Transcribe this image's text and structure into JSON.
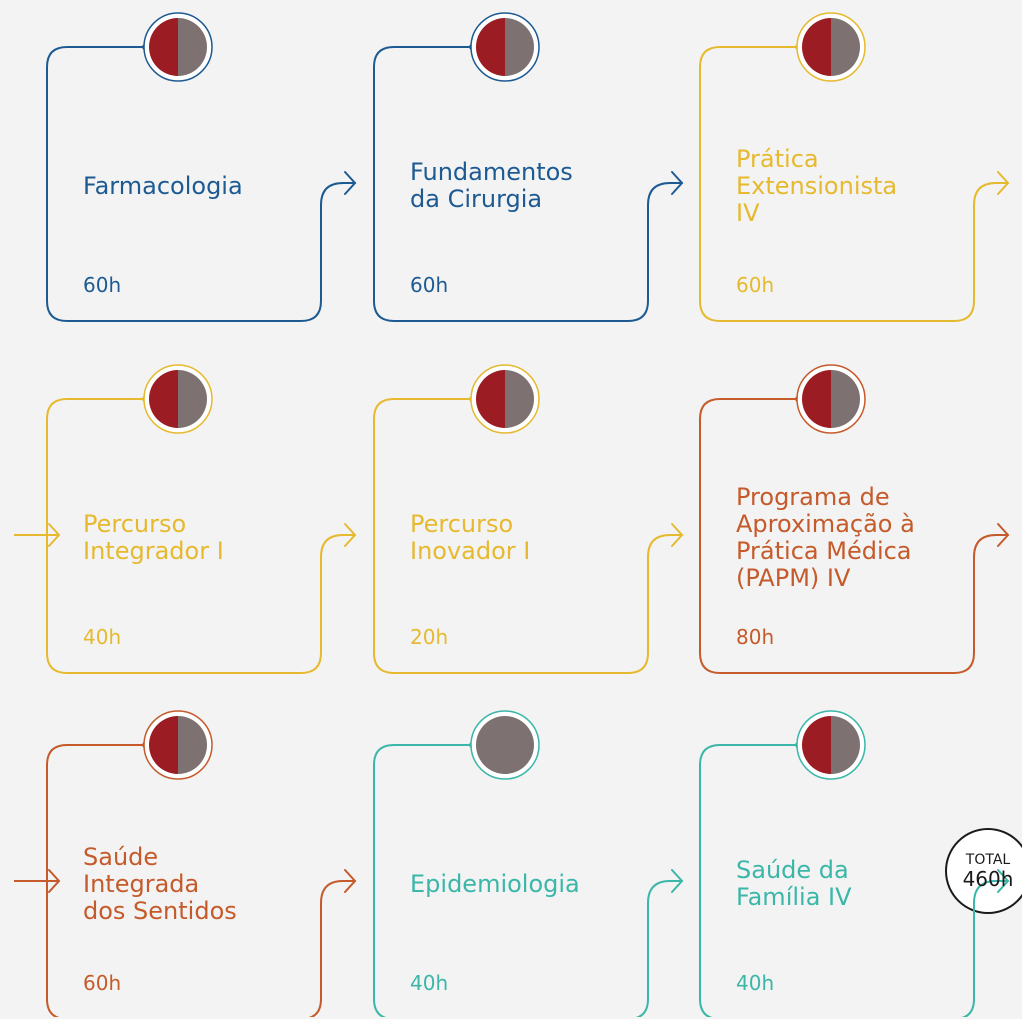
{
  "colors": {
    "blue": "#1d5a92",
    "yellow": "#e6b92e",
    "orange": "#c55a2a",
    "teal": "#3ab7a8",
    "badge_red": "#9b1c22",
    "badge_gray": "#7d7271",
    "background": "#f3f3f3"
  },
  "courses": [
    {
      "title": "Farmacologia",
      "hours": "60h",
      "color": "blue",
      "badge": "half"
    },
    {
      "title": "Fundamentos\nda Cirurgia",
      "hours": "60h",
      "color": "blue",
      "badge": "half"
    },
    {
      "title": "Prática\nExtensionista\nIV",
      "hours": "60h",
      "color": "yellow",
      "badge": "half"
    },
    {
      "title": "Percurso\nIntegrador I",
      "hours": "40h",
      "color": "yellow",
      "badge": "half"
    },
    {
      "title": "Percurso\nInovador I",
      "hours": "20h",
      "color": "yellow",
      "badge": "half"
    },
    {
      "title": "Programa de\nAproximação à\nPrática Médica\n(PAPM) IV",
      "hours": "80h",
      "color": "orange",
      "badge": "half"
    },
    {
      "title": "Saúde\nIntegrada\ndos Sentidos",
      "hours": "60h",
      "color": "orange",
      "badge": "half"
    },
    {
      "title": "Epidemiologia",
      "hours": "40h",
      "color": "teal",
      "badge": "gray"
    },
    {
      "title": "Saúde da\nFamília IV",
      "hours": "40h",
      "color": "teal",
      "badge": "half"
    }
  ],
  "total": {
    "label": "TOTAL",
    "value": "460h"
  }
}
